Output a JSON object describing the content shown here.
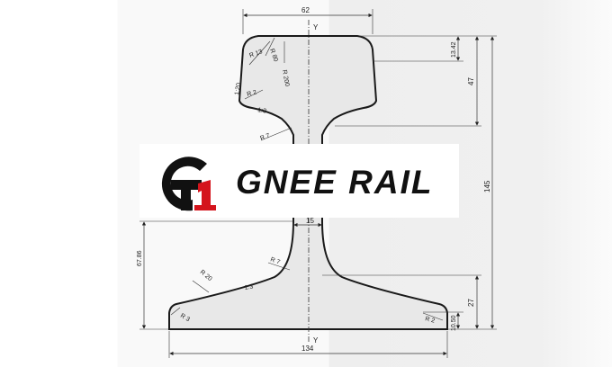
{
  "brand": {
    "name": "GNEE RAIL",
    "colors": {
      "mark_dark": "#111111",
      "mark_red": "#d4141c",
      "text": "#111111"
    }
  },
  "drawing": {
    "axis_label_top": "Y",
    "axis_label_bottom": "Y",
    "dimensions": {
      "head_width": "62",
      "foot_width": "134",
      "web_thickness": "15",
      "total_height": "145",
      "head_height": "47",
      "head_top": "13.42",
      "foot_height": "27",
      "foot_edge": "10.50",
      "neutral_axis": "67.86"
    },
    "radii": {
      "r13": "R 13",
      "r80": "R 80",
      "r200": "R 200",
      "r2_head": "R 2",
      "r7_head": "R 7",
      "r7_foot": "R 7",
      "r20": "R 20",
      "r3": "R 3",
      "r2_foot": "R 2"
    },
    "slopes": {
      "head_side": "1:20",
      "head_under": "1:3",
      "foot_top": "1:3"
    }
  }
}
